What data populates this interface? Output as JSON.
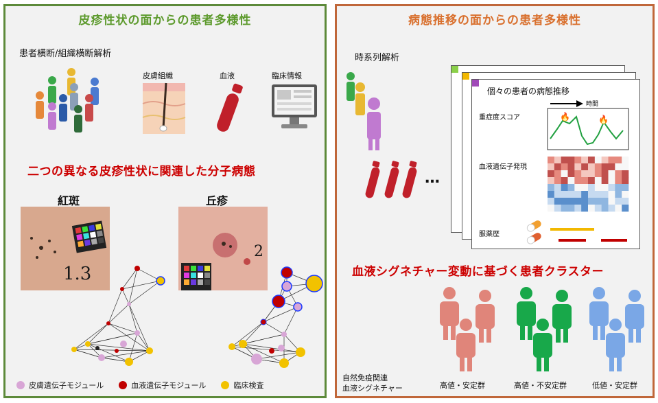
{
  "left": {
    "title": "皮疹性状の面からの患者多様性",
    "cross_analysis": "患者横断/組織横断解析",
    "skin_tissue": "皮膚組織",
    "blood": "血液",
    "clinical_info": "臨床情報",
    "molecular_heading": "二つの異なる皮疹性状に関連した分子病態",
    "erythema": "紅斑",
    "papule": "丘疹",
    "legend": {
      "skin_module": "皮膚遺伝子モジュール",
      "blood_module": "血液遺伝子モジュール",
      "clinical_test": "臨床検査"
    },
    "photo_label_1": "1.3",
    "photo_label_2": "2"
  },
  "right": {
    "title": "病態推移の面からの患者多様性",
    "time_series": "時系列解析",
    "ellipsis": "…",
    "card_title": "個々の患者の病態推移",
    "time_label": "時間",
    "severity_score": "重症度スコア",
    "blood_gene_expression": "血液遺伝子発現",
    "medication_history": "服薬歴",
    "cluster_heading": "血液シグネチャー変動に基づく患者クラスター",
    "signature_label_1": "自然免疫関連",
    "signature_label_2": "血液シグネチャー",
    "cluster_1": "高値・安定群",
    "cluster_2": "高値・不安定群",
    "cluster_3": "低値・安定群"
  },
  "colors": {
    "left_border": "#5d8a3a",
    "right_border": "#c0673a",
    "skin_module": "#d8a6d6",
    "blood_module": "#c00000",
    "clinical_test": "#f2c200",
    "cluster_1": "#e0857a",
    "cluster_2": "#18a84a",
    "cluster_3": "#7aa7e6"
  }
}
